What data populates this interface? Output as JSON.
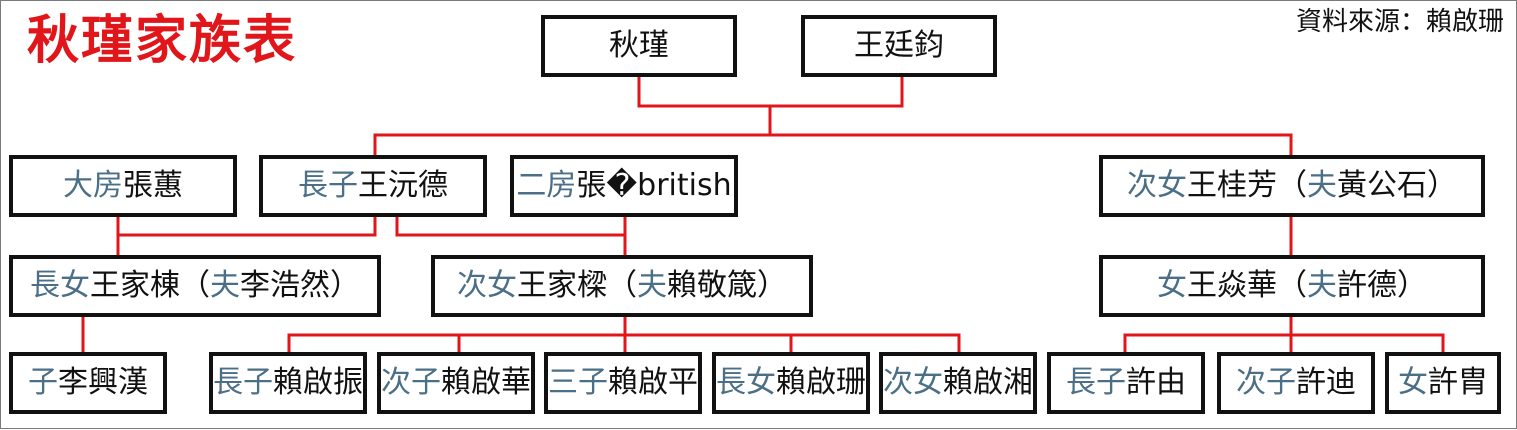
{
  "header": {
    "title": "秋瑾家族表",
    "source": "資料來源：賴啟珊"
  },
  "colors": {
    "title": "#e0161b",
    "line": "#e0161b",
    "relation_text": "#4a6f86",
    "name_text": "#111111"
  },
  "nodes": {
    "qiujin": {
      "rel": "",
      "name": "秋瑾"
    },
    "wangtingjun": {
      "rel": "",
      "name": "王廷鈞"
    },
    "dafang": {
      "rel": "大房",
      "name": "張蕙"
    },
    "eldest_son": {
      "rel": "長子",
      "name": "王沅德"
    },
    "erfang": {
      "rel": "二房",
      "name": "張�british"
    },
    "second_dau1": {
      "rel": "次女",
      "name": "王桂芳（",
      "spouse_rel": "夫",
      "spouse": "黃公石）"
    },
    "eldest_dau": {
      "rel": "長女",
      "name": "王家棟（",
      "spouse_rel": "夫",
      "spouse": "李浩然）"
    },
    "second_dau2": {
      "rel": "次女",
      "name": "王家樑（",
      "spouse_rel": "夫",
      "spouse": "賴敬箴）"
    },
    "dau3": {
      "rel": "女",
      "name": "王焱華（",
      "spouse_rel": "夫",
      "spouse": "許德）"
    },
    "son_li": {
      "rel": "子",
      "name": "李興漢"
    },
    "lai1": {
      "rel": "長子",
      "name": "賴啟振"
    },
    "lai2": {
      "rel": "次子",
      "name": "賴啟華"
    },
    "lai3": {
      "rel": "三子",
      "name": "賴啟平"
    },
    "lai4": {
      "rel": "長女",
      "name": "賴啟珊"
    },
    "lai5": {
      "rel": "次女",
      "name": "賴啟湘"
    },
    "xu1": {
      "rel": "長子",
      "name": "許由"
    },
    "xu2": {
      "rel": "次子",
      "name": "許迪"
    },
    "xu3": {
      "rel": "女",
      "name": "許胄"
    }
  }
}
